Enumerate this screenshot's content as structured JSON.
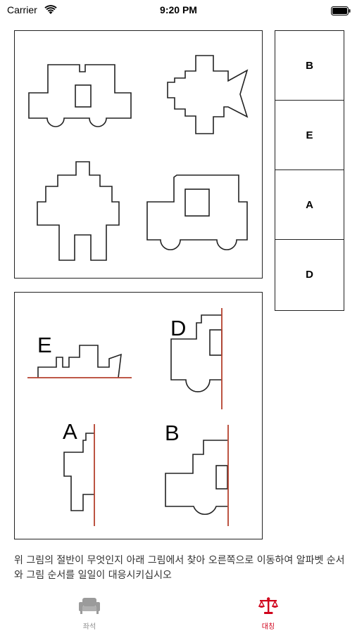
{
  "status_bar": {
    "carrier": "Carrier",
    "time": "9:20 PM"
  },
  "answers": [
    "B",
    "E",
    "A",
    "D"
  ],
  "pieces": {
    "e": "E",
    "d": "D",
    "a": "A",
    "b": "B"
  },
  "instruction": "위 그림의 절반이 무엇인지 아래 그림에서 찾아 오른쪽으로 이동하여 알파벳 순서와 그림 순서를 일일이 대응시키십시오",
  "tabs": [
    {
      "label": "좌석",
      "icon": "sofa-icon",
      "active": false
    },
    {
      "label": "대칭",
      "icon": "scale-icon",
      "active": true
    }
  ],
  "colors": {
    "accent": "#d0021b",
    "inactive": "#8e8e8e",
    "mirror_line": "#b5412e"
  }
}
